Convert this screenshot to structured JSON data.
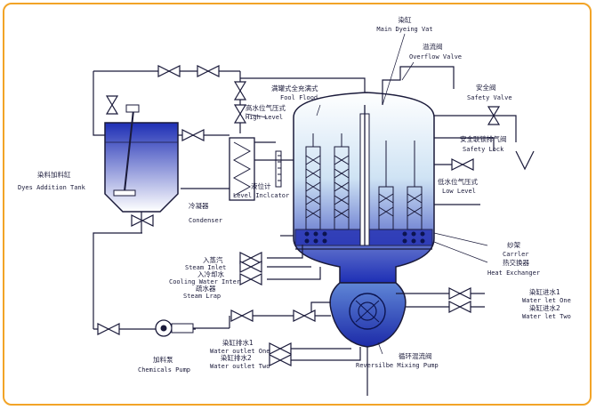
{
  "labels": {
    "main_vat_cn": "染缸",
    "main_vat_en": "Main Dyeing Vat",
    "overflow_cn": "溢流阀",
    "overflow_en": "Overflow Valve",
    "safety_cn": "安全阀",
    "safety_en": "Safety Valve",
    "safety_lock_cn": "安全联锁排气阀",
    "safety_lock_en": "Safety Lock",
    "low_level_cn": "低水位气压式",
    "low_level_en": "Low Level",
    "full_flood_cn": "满罐式全充满式",
    "full_flood_en": "Fool Flood",
    "high_level_cn": "高水位气压式",
    "high_level_en": "High Level",
    "level_ind_cn": "液位计",
    "level_ind_en": "Level Inclcator",
    "dyes_tank_cn": "染料加料缸",
    "dyes_tank_en": "Dyes Addition Tank",
    "condenser_cn": "冷凝器",
    "condenser_en": "Condenser",
    "steam_inlet_cn": "入蒸汽",
    "steam_inlet_en": "Steam Inlet",
    "cooling_cn": "入冷却水",
    "cooling_en": "Cooling Water Inter",
    "steam_trap_cn": "疏水器",
    "steam_trap_en": "Steam Lrap",
    "carrier_cn": "纱架",
    "carrier_en": "Carrler",
    "heat_ex_cn": "热交换器",
    "heat_ex_en": "Heat Exchanger",
    "water_in1_cn": "染缸进水1",
    "water_in1_en": "Water let One",
    "water_in2_cn": "染缸进水2",
    "water_in2_en": "Water let Two",
    "outlet1_cn": "染缸排水1",
    "outlet1_en": "Water outlet One",
    "outlet2_cn": "染缸排水2",
    "outlet2_en": "Water outlet Two",
    "mix_pump_cn": "循环混流阀",
    "mix_pump_en": "Reversilbe Mixing Pump",
    "chem_pump_cn": "加料泵",
    "chem_pump_en": "Chemicals Pump"
  },
  "colors": {
    "border": "#f2a427",
    "line": "#1a1a3a",
    "liquid_top": "#1f2fb0",
    "liquid_bottom": "#ffffff"
  }
}
